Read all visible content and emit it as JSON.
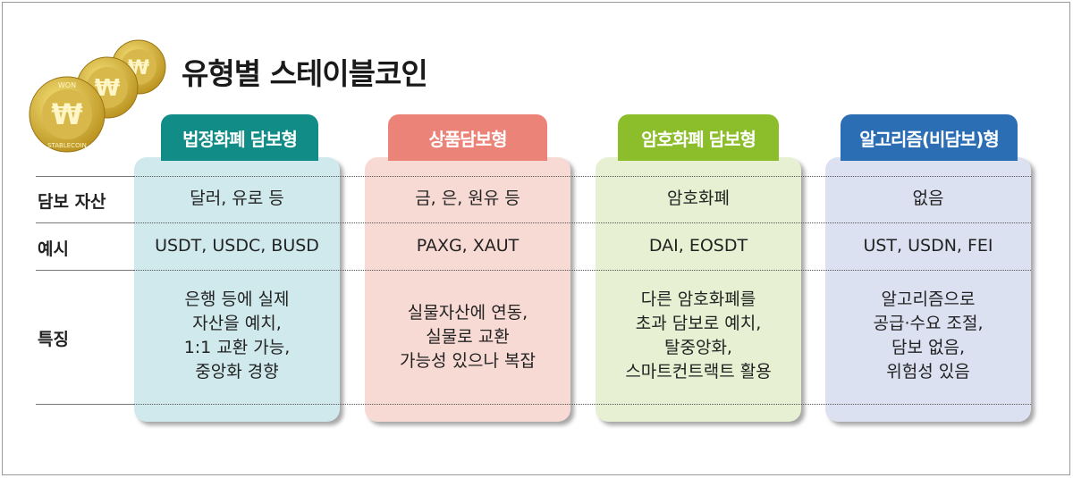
{
  "title": "유형별 스테이블코인",
  "coin_text": {
    "top": "WON",
    "bottom": "STABLECOIN",
    "symbol": "₩"
  },
  "row_labels": [
    "담보 자산",
    "예시",
    "특징"
  ],
  "columns": [
    {
      "name": "법정화폐 담보형",
      "color": "#128c86",
      "bg": "#cfe9ec",
      "collateral": "달러, 유로 등",
      "examples": "USDT, USDC, BUSD",
      "features": [
        "은행 등에 실제",
        "자산을 예치,",
        "1:1 교환 가능,",
        "중앙화 경향"
      ]
    },
    {
      "name": "상품담보형",
      "color": "#ec8378",
      "bg": "#f8dad4",
      "collateral": "금, 은, 원유 등",
      "examples": "PAXG, XAUT",
      "features": [
        "실물자산에 연동,",
        "실물로 교환",
        "가능성 있으나 복잡"
      ]
    },
    {
      "name": "암호화폐 담보형",
      "color": "#8cbd2b",
      "bg": "#e7f0d2",
      "collateral": "암호화폐",
      "examples": "DAI, EOSDT",
      "features": [
        "다른 암호화폐를",
        "초과 담보로 예치,",
        "탈중앙화,",
        "스마트컨트랙트 활용"
      ]
    },
    {
      "name": "알고리즘(비담보)형",
      "color": "#2c6eb4",
      "bg": "#dce1f2",
      "collateral": "없음",
      "examples": "UST, USDN, FEI",
      "features": [
        "알고리즘으로",
        "공급·수요 조절,",
        "담보 없음,",
        "위험성 있음"
      ]
    }
  ]
}
